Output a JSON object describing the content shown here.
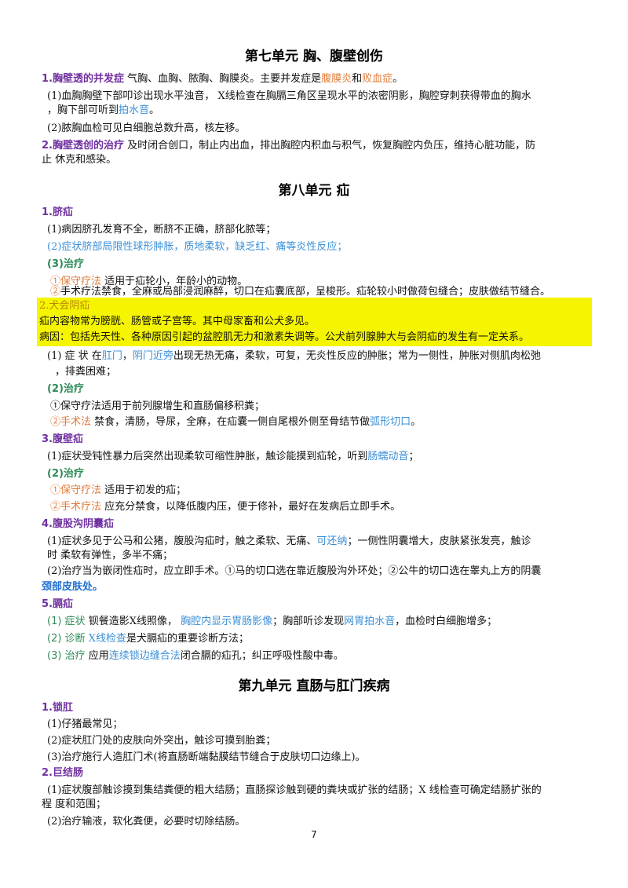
{
  "u7": {
    "title": "第七单元    胸、腹壁创伤",
    "s1_label": "1.胸壁透的并发症",
    "s1_text": "  气胸、血胸、脓胸、胸膜炎。主要并发症是",
    "s1_hl1": "腹膜炎",
    "s1_and": "和",
    "s1_hl2": "败血症",
    "s1_end": "。",
    "p1_a": "(1)血胸胸壁下部叩诊出现水平浊音， X线检查在胸膈三角区呈现水平的浓密阴影，胸腔穿刺获得带血的胸水",
    "p1_b": "，胸下部可听到",
    "p1_b_blue": "拍水音",
    "p1_b_end": "。",
    "p2": "(2)脓胸血检可见白细胞总数升高，核左移。",
    "s2_label": "2.胸壁透创的治疗",
    "s2_text": "  及时闭合创口，制止内出血，排出胸腔内积血与积气，恢复胸腔内负压，维持心脏功能，防",
    "s2_b": "止  休克和感染。"
  },
  "u8": {
    "title": "第八单元    疝",
    "a_label": "1.脐疝",
    "a1": "(1)病因脐孔发育不全，断脐不正确，脐部化脓等；",
    "a2": "(2)症状脐部局限性球形肿胀，质地柔软，缺乏红、痛等炎性反应；",
    "a3": "(3)治疗",
    "a3_1_lbl": "①保守疗法",
    "a3_1_txt": "  适用于疝轮小，年龄小的动物。",
    "a3_2_lbl": "②",
    "a3_2_txt": "手术疗法禁食，全麻或局部浸润麻醉，切口在疝囊底部，呈梭形。疝轮较小时做荷包缝合；皮肤做结节缝合。",
    "b_label": "2.犬会阴疝",
    "b_hl1": "疝内容物常为膀胱、肠管或子宫等。其中母家畜和公犬多见。",
    "b_hl2": "病因：包括先天性、各种原因引起的盆腔肌无力和激素失调等。公犬前列腺肿大与会阴疝的发生有一定关系。",
    "b1_a": "(1) 症 状 在",
    "b1_blue1": "肛门",
    "b1_mid": "，",
    "b1_blue2": "阴门近旁",
    "b1_rest": "出现无热无痛，柔软，可复，无炎性反应的肿胀；常为一侧性，肿胀对侧肌肉松弛",
    "b1_b": "，排粪困难；",
    "b2": "(2)治疗",
    "b2_1": "①保守疗法适用于前列腺增生和直肠偏移积粪；",
    "b2_2_lbl": "②手术法",
    "b2_2_txt": "  禁食，清肠，导尿，全麻，在疝囊一侧自尾根外侧至骨结节做",
    "b2_2_blue": "弧形切口",
    "b2_2_end": "。",
    "c_label": "3.腹壁疝",
    "c1_a": "(1)症状受钝性暴力后突然出现柔软可缩性肿胀，触诊能摸到疝轮，听到",
    "c1_blue": "肠蠕动音",
    "c1_end": "；",
    "c2": "(2)治疗",
    "c2_1_lbl": "①保守疗法",
    "c2_1_txt": "  适用于初发的疝；",
    "c2_2_lbl": "②手术疗法",
    "c2_2_txt": "  应充分禁食，以降低腹内压，便于修补，最好在发病后立即手术。",
    "d_label": "4.腹股沟阴囊疝",
    "d1_a": "(1)症状多见于公马和公猪，腹股沟疝时，触之柔软、无痛、",
    "d1_blue": "可还纳",
    "d1_rest": "；一侧性阴囊增大，皮肤紧张发亮，触诊",
    "d1_b": "时  柔软有弹性，多半不痛；",
    "d2_a": "(2)治疗当为嵌闭性疝时，应立即手术。①马的切口选在靠近腹股沟外环处；②公牛的切口选在睾丸上方的阴囊",
    "d2_b": "颈部皮肤处。",
    "e_label": "5.膈疝",
    "e1_lbl": "(1) 症状",
    "e1_txt": "  钡餐造影X线照像，  ",
    "e1_blue1": "胸腔内显示胃肠影像",
    "e1_mid": "；胸部听诊发现",
    "e1_blue2": "网胃拍水音",
    "e1_end": "，血检时白细胞增多；",
    "e2_lbl": "(2) 诊断",
    "e2_blue": "X线检查",
    "e2_txt": "是犬膈疝的重要诊断方法；",
    "e3_lbl": "(3) 治疗",
    "e3_txt": "  应用",
    "e3_blue": "连续锁边缝合法",
    "e3_end": "闭合膈的疝孔；纠正呼吸性酸中毒。"
  },
  "u9": {
    "title": "第九单元    直肠与肛门疾病",
    "a_label": "1.锁肛",
    "a1": "(1)仔猪最常见；",
    "a2": "(2)症状肛门处的皮肤向外突出，触诊可摸到胎粪；",
    "a3": "(3)治疗施行人造肛门术(将直肠断端黏膜结节缝合于皮肤切口边缘上)。",
    "b_label": "2.巨结肠",
    "b1_a": "(1)症状腹部触诊摸到集结粪便的粗大结肠；直肠探诊触到硬的粪块或扩张的结肠；X 线检查可确定结肠扩张的",
    "b1_b": "程  度和范围；",
    "b2": "(2)治疗输液，软化粪便，必要时切除结肠。"
  },
  "page_number": "7"
}
